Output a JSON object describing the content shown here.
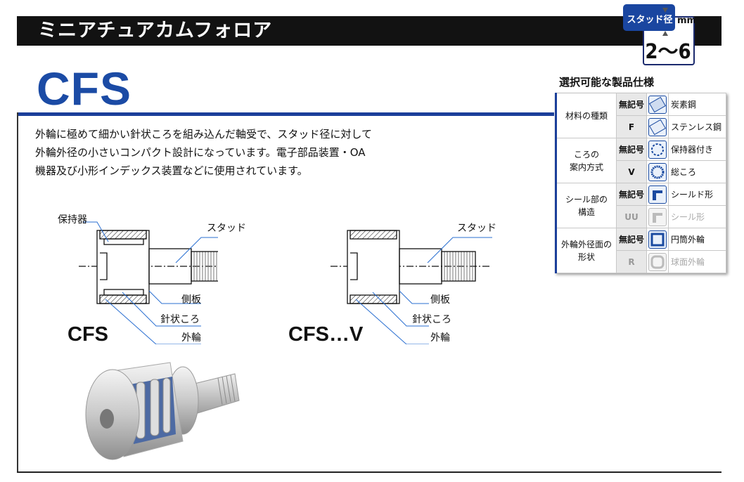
{
  "header": {
    "title": "ミニアチュアカムフォロア",
    "badge": {
      "label": "スタッド径",
      "unit": "mm",
      "range": "2～6"
    }
  },
  "model": "CFS",
  "description": [
    "外輪に極めて細かい針状ころを組み込んだ軸受で、スタッド径に対して",
    "外輪外径の小さいコンパクト設計になっています。電子部品装置・OA",
    "機器及び小形インデックス装置などに使用されています。"
  ],
  "specs": {
    "title": "選択可能な製品仕様",
    "groups": [
      {
        "category": [
          "材料の種類"
        ],
        "rows": [
          {
            "code": "無記号",
            "name": "炭素鋼",
            "icon": "carbon-steel-icon",
            "dim": false
          },
          {
            "code": "F",
            "name": "ステンレス鋼",
            "icon": "stainless-steel-icon",
            "dim": false
          }
        ]
      },
      {
        "category": [
          "ころの",
          "案内方式"
        ],
        "rows": [
          {
            "code": "無記号",
            "name": "保持器付き",
            "icon": "caged-rollers-icon",
            "dim": false
          },
          {
            "code": "V",
            "name": "総ころ",
            "icon": "full-complement-icon",
            "dim": false
          }
        ]
      },
      {
        "category": [
          "シール部の",
          "構造"
        ],
        "rows": [
          {
            "code": "無記号",
            "name": "シールド形",
            "icon": "shield-type-icon",
            "dim": false
          },
          {
            "code": "UU",
            "name": "シール形",
            "icon": "seal-type-icon",
            "dim": true
          }
        ]
      },
      {
        "category": [
          "外輪外径面の",
          "形状"
        ],
        "rows": [
          {
            "code": "無記号",
            "name": "円筒外輪",
            "icon": "cylindrical-outer-ring-icon",
            "dim": false
          },
          {
            "code": "R",
            "name": "球面外輪",
            "icon": "spherical-outer-ring-icon",
            "dim": true
          }
        ]
      }
    ]
  },
  "diagram_left": {
    "caption": "CFS",
    "labels": {
      "cage": "保持器",
      "stud": "スタッド",
      "side_plate": "側板",
      "needle": "針状ころ",
      "outer_ring": "外輪"
    }
  },
  "diagram_right": {
    "caption": "CFS…V",
    "labels": {
      "stud": "スタッド",
      "side_plate": "側板",
      "needle": "針状ころ",
      "outer_ring": "外輪"
    }
  },
  "colors": {
    "accent": "#1b4ba5",
    "header_bg": "#121212",
    "leader": "#2a6fd1"
  }
}
